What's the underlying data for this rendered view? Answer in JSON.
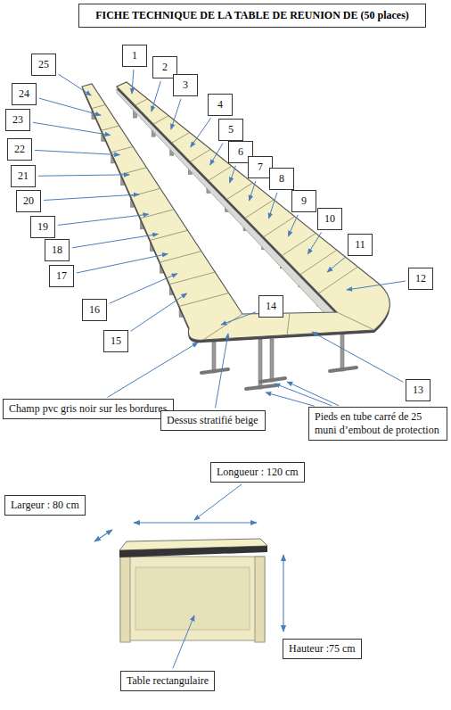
{
  "diagram": {
    "title": "FICHE TECHNIQUE DE LA TABLE DE REUNION DE (50 places)",
    "nodes": [
      {
        "text": [
          "1"
        ]
      },
      {
        "text": [
          "2"
        ]
      },
      {
        "text": [
          "3"
        ]
      },
      {
        "text": [
          "4"
        ]
      },
      {
        "text": [
          "5"
        ]
      },
      {
        "text": [
          "6"
        ]
      },
      {
        "text": [
          "7"
        ]
      },
      {
        "text": [
          "8"
        ]
      },
      {
        "text": [
          "9"
        ]
      },
      {
        "text": [
          "10"
        ]
      },
      {
        "text": [
          "11"
        ]
      },
      {
        "text": [
          "12"
        ]
      },
      {
        "text": [
          "13"
        ]
      },
      {
        "text": [
          "14"
        ]
      },
      {
        "text": [
          "15"
        ]
      },
      {
        "text": [
          "16"
        ]
      },
      {
        "text": [
          "17"
        ]
      },
      {
        "text": [
          "18"
        ]
      },
      {
        "text": [
          "19"
        ]
      },
      {
        "text": [
          "20"
        ]
      },
      {
        "text": [
          "21"
        ]
      },
      {
        "text": [
          "22"
        ]
      },
      {
        "text": [
          "23"
        ]
      },
      {
        "text": [
          "24"
        ]
      },
      {
        "text": [
          "25"
        ]
      },
      {
        "text": [
          "Champ pvc gris noir sur les bordures"
        ]
      },
      {
        "text": [
          "Dessus  stratifié beige"
        ]
      },
      {
        "text": [
          "Pieds en tube carré de 25 muni d’embout de protection"
        ]
      },
      {
        "text": [
          "Longueur : 120 cm"
        ]
      },
      {
        "text": [
          "Largeur : 80 cm"
        ]
      },
      {
        "text": [
          "Hauteur :75 cm"
        ]
      },
      {
        "text": [
          "Table rectangulaire"
        ]
      }
    ]
  }
}
